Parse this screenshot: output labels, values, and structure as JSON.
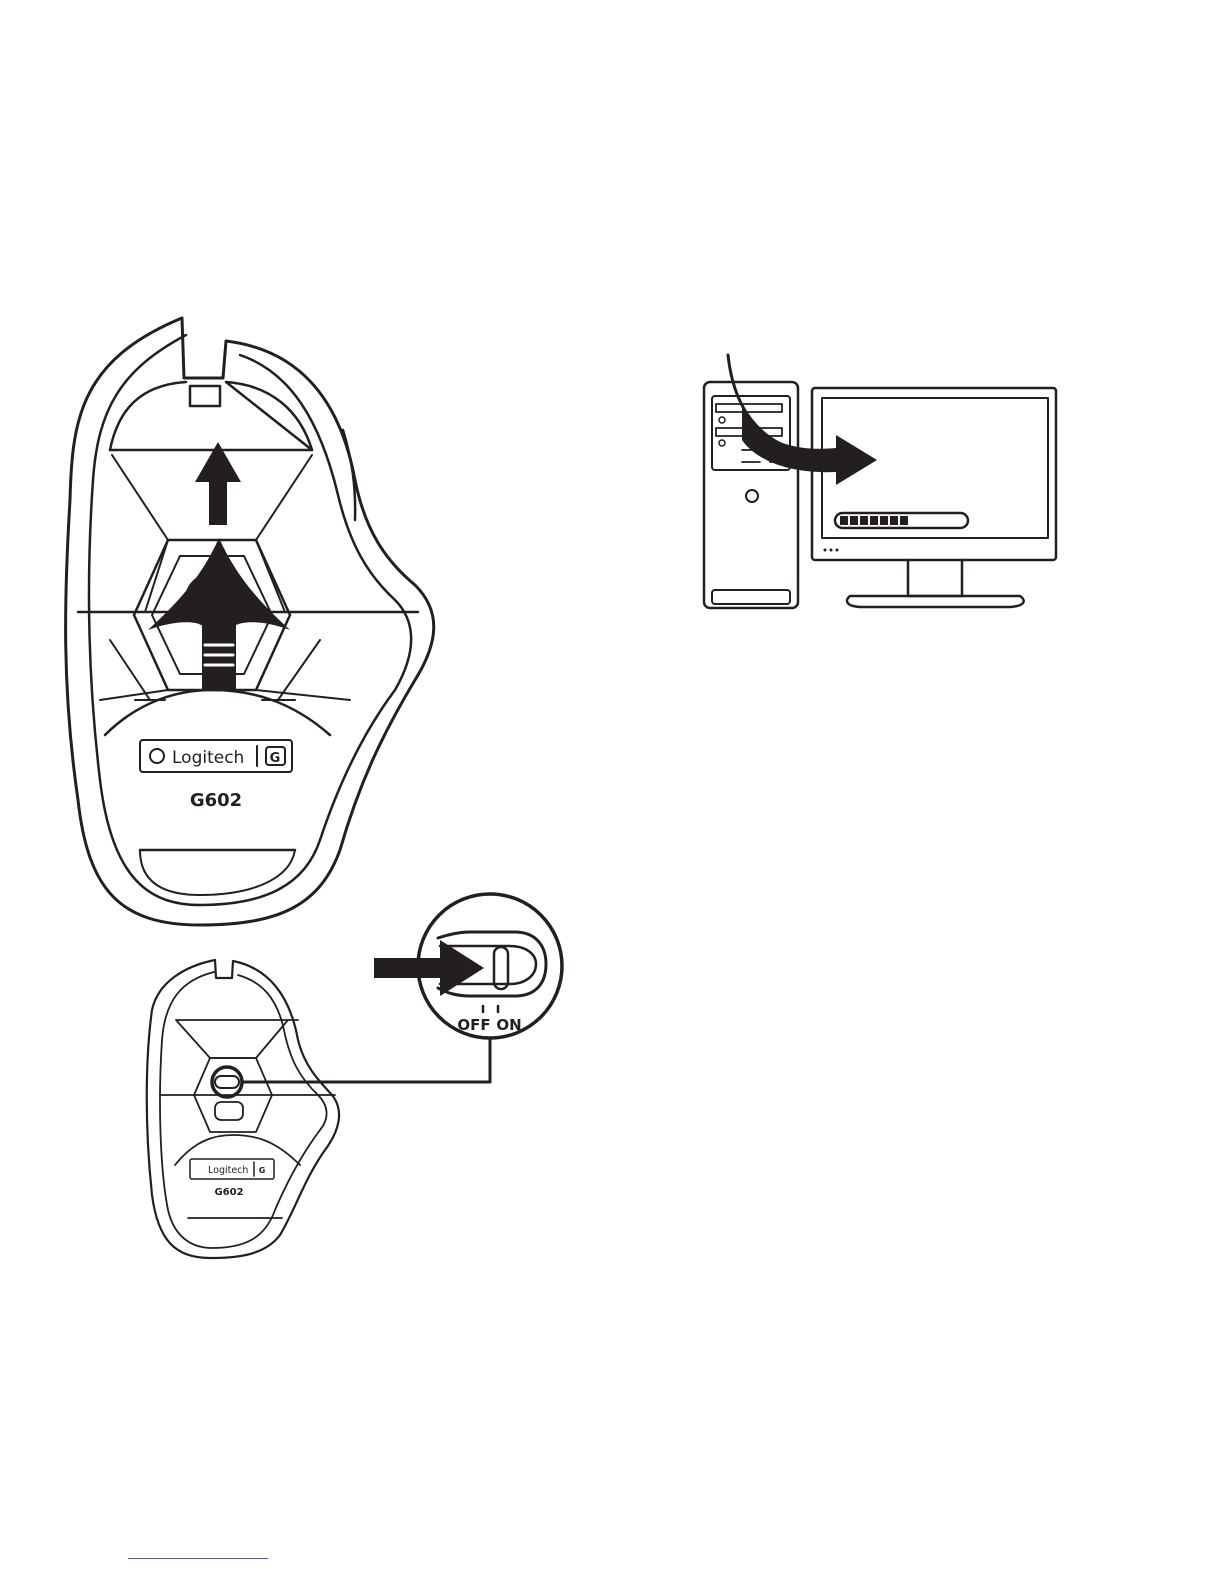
{
  "mouse_large": {
    "brand": "Logitech",
    "brand_mark": "G",
    "model": "G602"
  },
  "mouse_small": {
    "brand": "Logitech",
    "brand_mark": "G",
    "model": "G602"
  },
  "power_switch": {
    "off_label": "OFF",
    "on_label": "ON"
  },
  "colors": {
    "line": "#231f20",
    "fill": "#ffffff"
  },
  "icons": [
    "logitech-logo-icon",
    "g-logo-icon",
    "arrow-up-icon",
    "arrow-right-icon",
    "desktop-tower-icon",
    "monitor-icon",
    "progress-bar-icon"
  ]
}
